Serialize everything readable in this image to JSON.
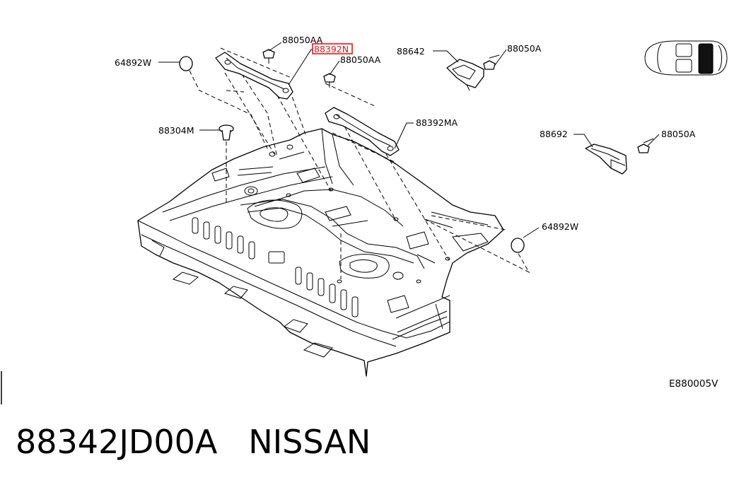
{
  "labels": {
    "part_88050AA_top": "88050AA",
    "part_88392N": "88392N",
    "part_88050AA_mid": "88050AA",
    "part_64892W_left": "64892W",
    "part_88642": "88642",
    "part_88050A_top": "88050A",
    "part_88304M": "88304M",
    "part_88392MA": "88392MA",
    "part_88692": "88692",
    "part_88050A_right": "88050A",
    "part_64892W_right": "64892W",
    "diagram_code": "E880005V"
  },
  "caption": {
    "part_number": "88342JD00A",
    "brand": "NISSAN"
  },
  "colors": {
    "highlight": "#e01b1b",
    "ink": "#000000"
  }
}
